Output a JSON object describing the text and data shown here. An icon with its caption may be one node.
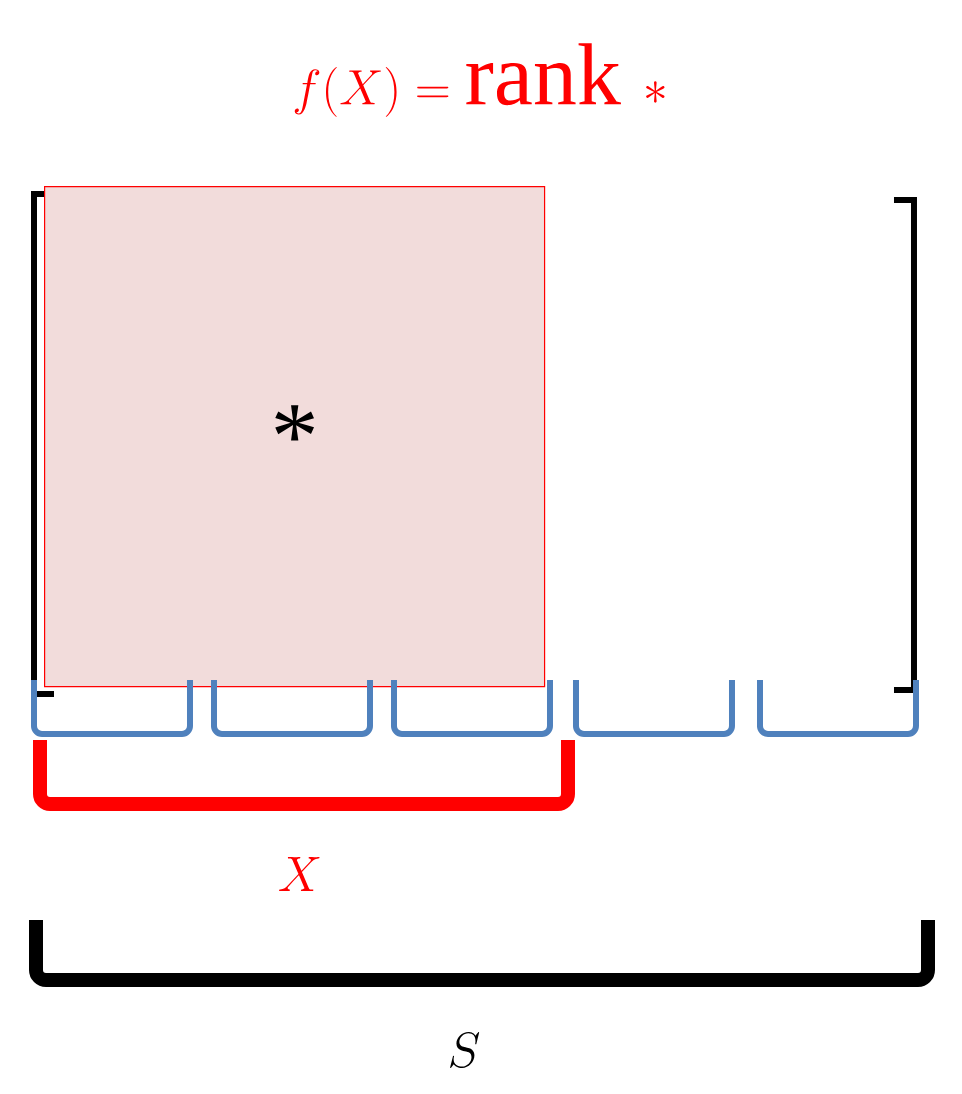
{
  "diagram": {
    "title": "f(X) = \\mathrm{rank}\\ *",
    "nodes": [
      {
        "text": [
          "*"
        ]
      }
    ],
    "labels": [
      "X",
      "S"
    ]
  }
}
